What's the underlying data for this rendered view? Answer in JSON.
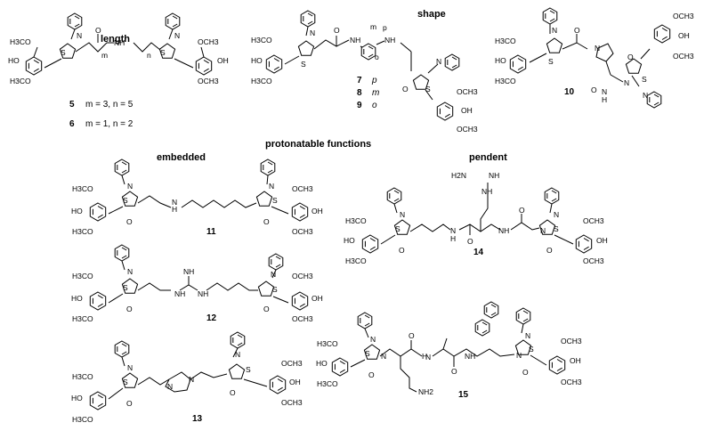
{
  "headers": {
    "length": "length",
    "shape": "shape",
    "protonatable": "protonatable functions",
    "embedded": "embedded",
    "pendent": "pendent"
  },
  "compounds": {
    "c5": "5",
    "c5_params": "m = 3, n = 5",
    "c6": "6",
    "c6_params": "m = 1, n = 2",
    "c7": "7",
    "c7_pos": "p",
    "c8": "8",
    "c8_pos": "m",
    "c9": "9",
    "c9_pos": "o",
    "c10": "10",
    "c11": "11",
    "c12": "12",
    "c13": "13",
    "c14": "14",
    "c15": "15"
  },
  "atoms": {
    "methoxy": "OCH3",
    "methoxy_left": "H3CO",
    "hydroxyl": "OH",
    "hydroxyl_left": "HO",
    "sulfur": "S",
    "nitrogen": "N",
    "oxygen": "O",
    "amide_nh": "NH",
    "amine_h": "H",
    "amino": "NH2",
    "amino_left": "H2N",
    "m": "m",
    "n": "n",
    "o": "o",
    "p": "p"
  }
}
